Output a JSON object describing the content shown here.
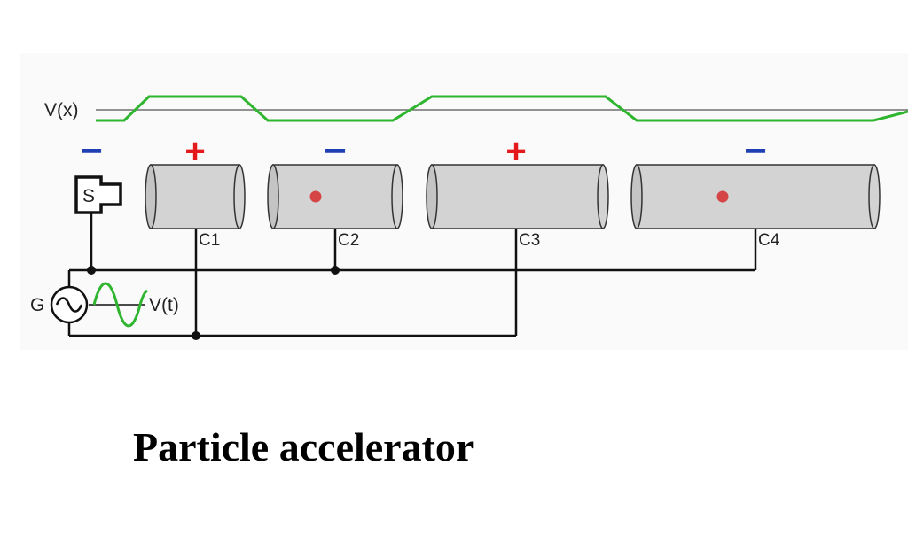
{
  "diagram": {
    "vx_label": "V(x)",
    "vt_label": "V(t)",
    "generator_label": "G",
    "source_label": "S",
    "tubes": [
      {
        "label": "C1",
        "polarity": "+"
      },
      {
        "label": "C2",
        "polarity": "−"
      },
      {
        "label": "C3",
        "polarity": "+"
      },
      {
        "label": "C4",
        "polarity": "−"
      }
    ],
    "source_polarity": "−",
    "colors": {
      "plus": "#e3191c",
      "minus": "#1f3fb5",
      "potential_curve": "#2fb52f",
      "tube_fill": "#d3d3d3",
      "particle": "#d64545",
      "wire": "#111111"
    }
  },
  "caption": "Particle accelerator"
}
